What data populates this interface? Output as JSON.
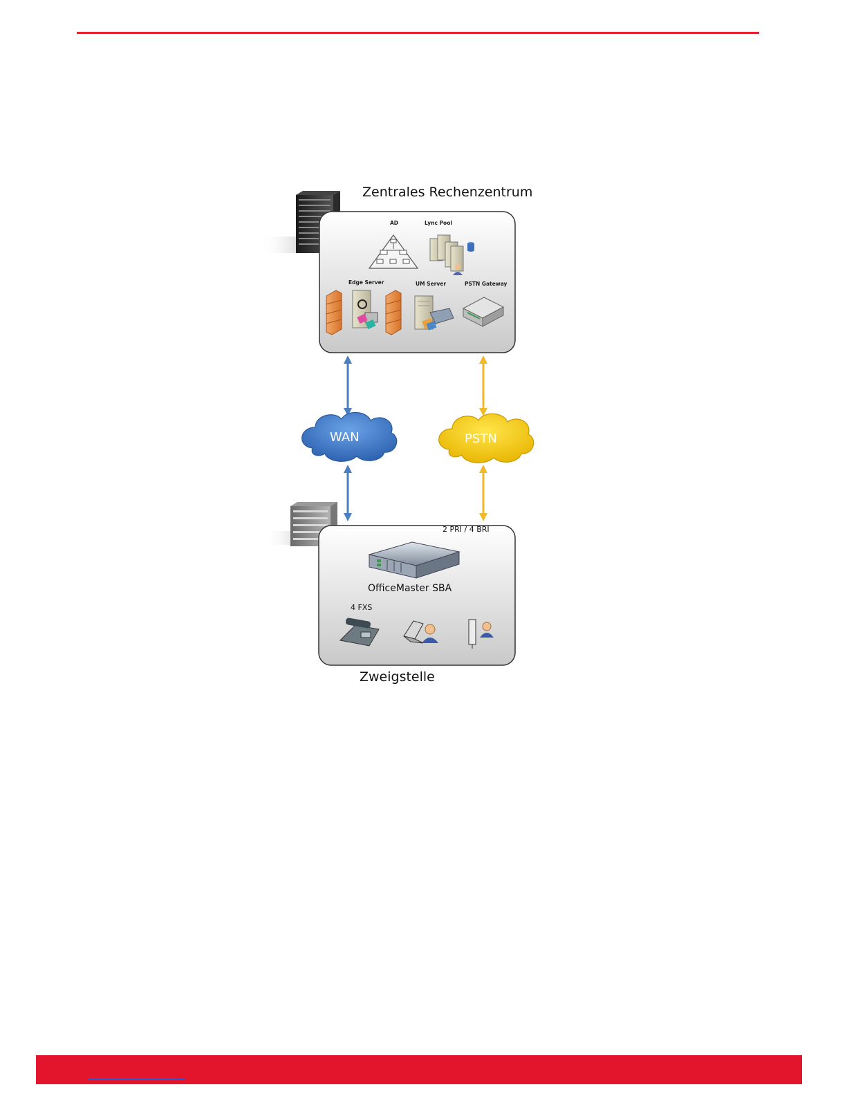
{
  "page": {
    "accent_color": "#e2232f"
  },
  "diagram": {
    "central_site": {
      "title": "Zentrales Rechenzentrum",
      "components": {
        "ad": "AD",
        "lync_pool": "Lync Pool",
        "edge_server": "Edge Server",
        "um_server": "UM Server",
        "pstn_gateway": "PSTN Gateway"
      }
    },
    "clouds": {
      "wan": {
        "label": "WAN",
        "color": "#3b78c8"
      },
      "pstn": {
        "label": "PSTN",
        "color": "#f5c400"
      }
    },
    "branch_site": {
      "title": "Zweigstelle",
      "trunk_label": "2 PRI / 4 BRI",
      "device_label": "OfficeMaster SBA",
      "fxs_label": "4 FXS"
    },
    "link_colors": {
      "wan": "#4a7fc0",
      "pstn": "#f0b92a"
    }
  }
}
